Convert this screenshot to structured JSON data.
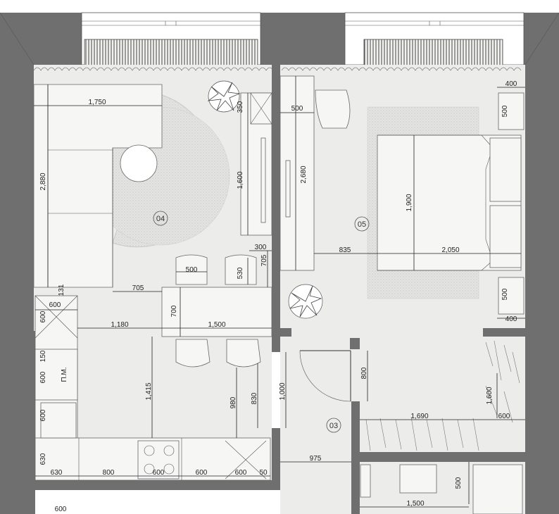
{
  "rooms": {
    "living": "04",
    "bedroom": "05",
    "hall": "03"
  },
  "labels": {
    "fridge": "П.М."
  },
  "dimensions": {
    "sofa_width": "1,750",
    "sofa_length": "2,880",
    "plant_350": "350",
    "wardrobe_1600": "1,600",
    "tv_2680": "2,680",
    "chair_500_top": "500",
    "nightstand_400_top": "400",
    "nightstand_500_top": "500",
    "bed_length": "1,900",
    "bed_width": "2,050",
    "bed_offset": "835",
    "nightstand_500_bottom": "500",
    "nightstand_400_bottom": "400",
    "table_300": "300",
    "table_705_v": "705",
    "chair_500": "500",
    "chair_530": "530",
    "table_705_h": "705",
    "gap_131": "131",
    "counter_600_top": "600",
    "counter_600_v": "600",
    "table_700": "700",
    "table_1180": "1,180",
    "table_1500": "1,500",
    "fridge_150": "150",
    "fridge_600": "600",
    "aisle_1415": "1,415",
    "door_800": "800",
    "door_1000": "1,000",
    "aisle_980": "980",
    "aisle_830": "830",
    "closet_1600": "1,600",
    "closet_1690": "1,690",
    "closet_600": "600",
    "sink_600": "600",
    "counter_630_v": "630",
    "counter_630": "630",
    "counter_800": "800",
    "counter_600a": "600",
    "counter_600b": "600",
    "counter_600c": "600",
    "counter_50": "50",
    "hall_975": "975",
    "bath_500": "500",
    "bath_1500": "1,500",
    "bottom_600": "600"
  }
}
